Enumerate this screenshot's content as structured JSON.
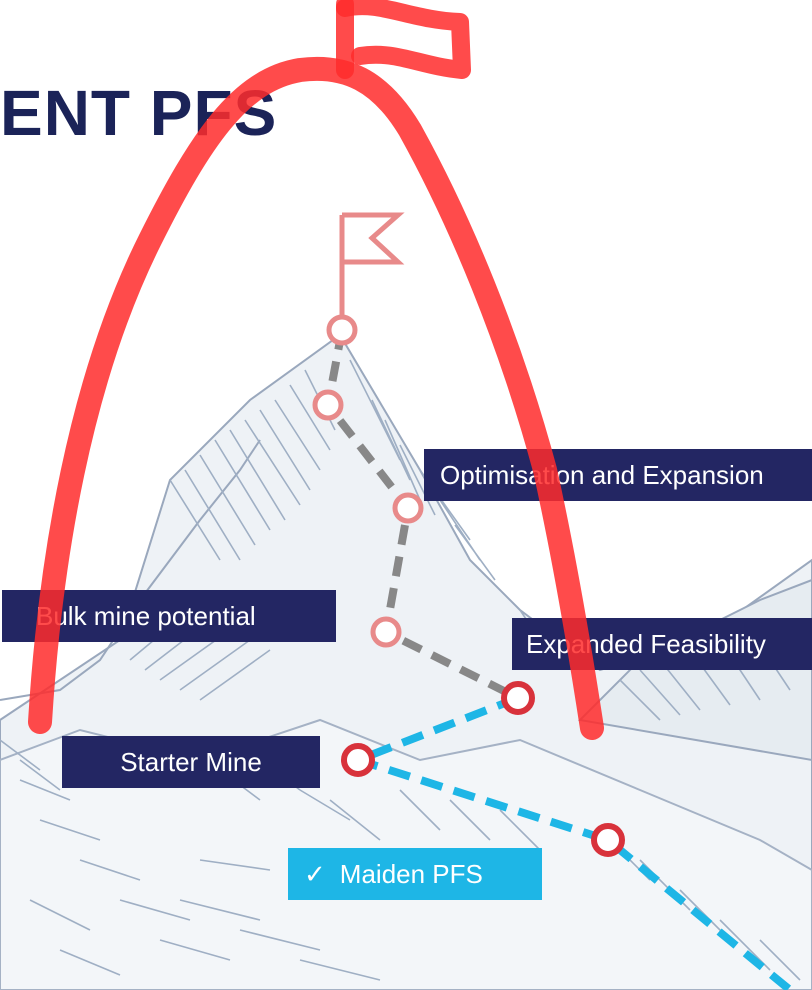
{
  "title": "ENT PFS",
  "labels": {
    "optimisation": "Optimisation and Expansion",
    "bulk_mine": "Bulk mine potential",
    "expanded_feasibility": "Expanded Feasibility",
    "starter_mine": "Starter Mine",
    "maiden_pfs": "Maiden PFS",
    "maiden_check": "✓"
  },
  "colors": {
    "navy": "#232663",
    "cyan": "#1eb6e6",
    "annotation_red": "#ff2b2b",
    "milestone_red": "#d8323b",
    "pale_red": "#e88a8a",
    "mountain_line": "#9aa8bd",
    "mountain_fill": "#e9eef3"
  }
}
